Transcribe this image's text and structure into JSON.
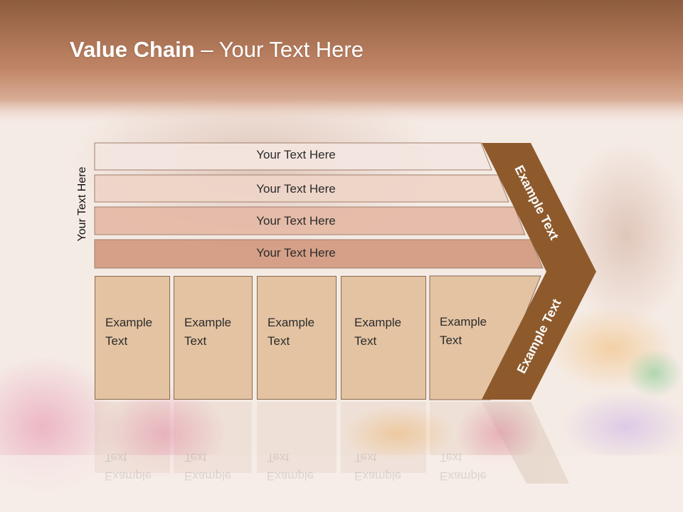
{
  "title": {
    "bold": "Value Chain",
    "rest": " – Your Text Here"
  },
  "side_label": "Your Text Here",
  "rows": [
    {
      "label": "Your Text Here"
    },
    {
      "label": "Your Text Here"
    },
    {
      "label": "Your Text Here"
    },
    {
      "label": "Your Text Here"
    }
  ],
  "boxes": [
    {
      "line1": "Example",
      "line2": "Text"
    },
    {
      "line1": "Example",
      "line2": "Text"
    },
    {
      "line1": "Example",
      "line2": "Text"
    },
    {
      "line1": "Example",
      "line2": "Text"
    },
    {
      "line1": "Example",
      "line2": "Text"
    }
  ],
  "chevron": {
    "upper": "Example Text",
    "lower": "Example Text"
  },
  "colors": {
    "header": "#b97a57",
    "row1": "#f4e6e0",
    "row2": "#eed5c8",
    "row3": "#e5bba7",
    "row4": "#d49c82",
    "box": "#e3c3a2",
    "chevron": "#8e5a2c"
  }
}
